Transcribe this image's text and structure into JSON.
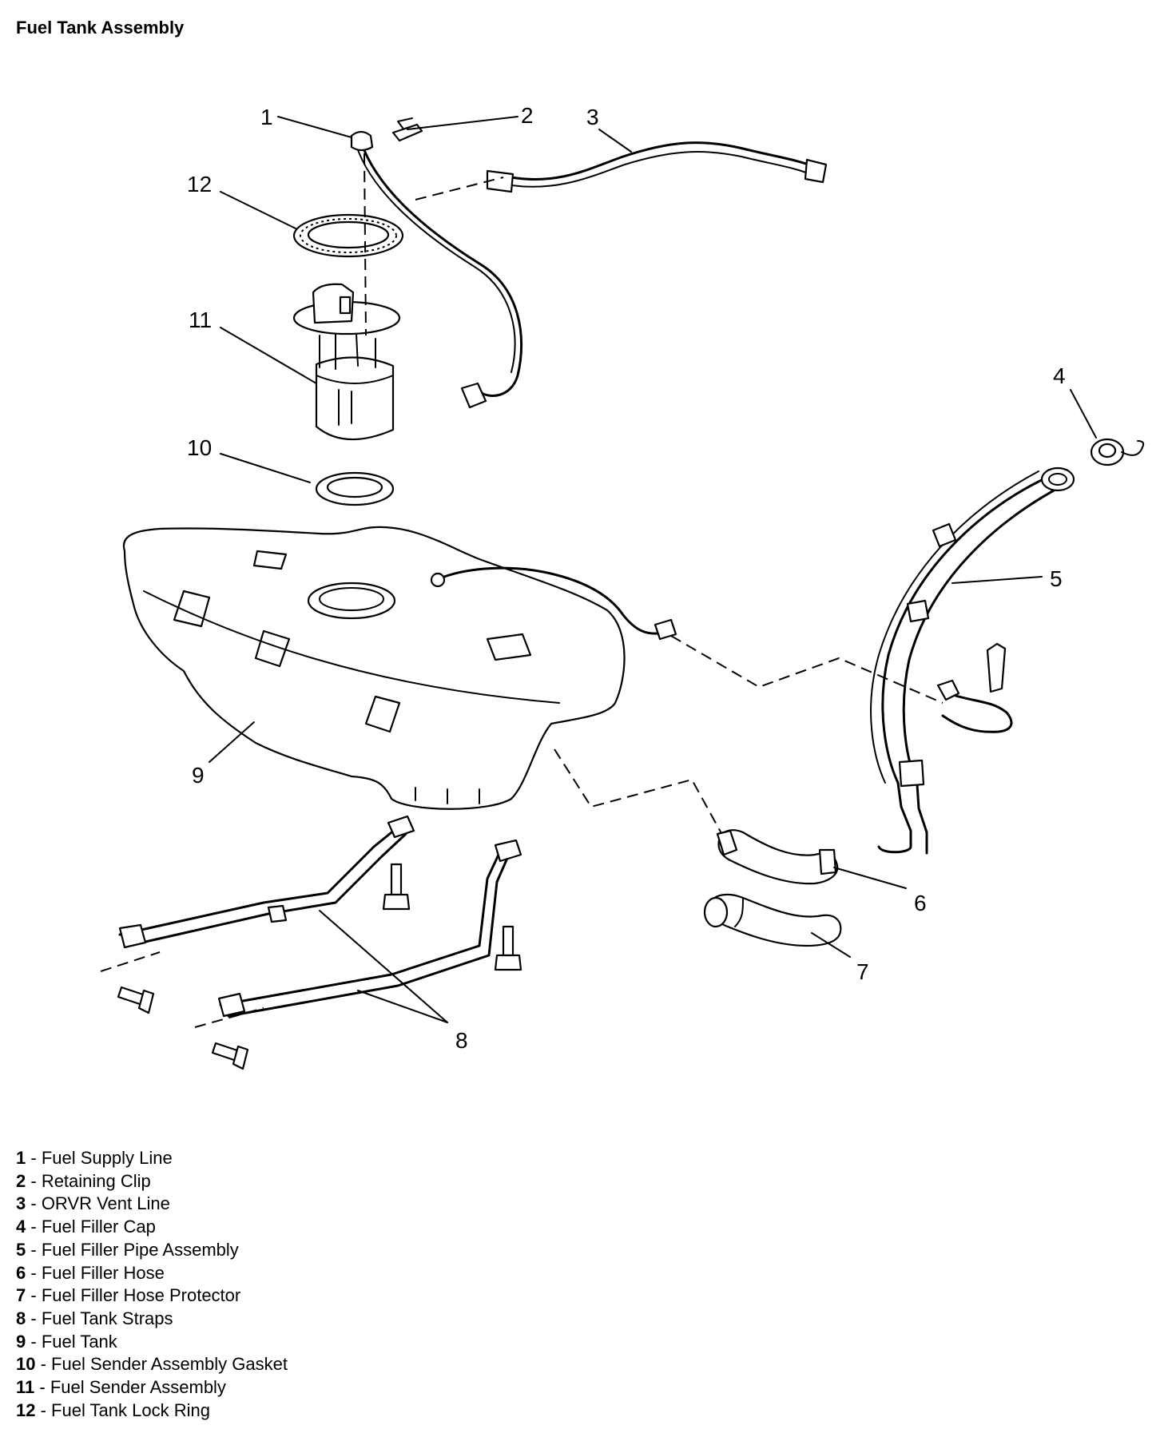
{
  "title": "Fuel Tank Assembly",
  "callouts": [
    "1",
    "2",
    "3",
    "4",
    "5",
    "6",
    "7",
    "8",
    "9",
    "10",
    "11",
    "12"
  ],
  "legend": [
    {
      "num": "1",
      "label": "Fuel Supply Line"
    },
    {
      "num": "2",
      "label": "Retaining Clip"
    },
    {
      "num": "3",
      "label": "ORVR Vent Line"
    },
    {
      "num": "4",
      "label": "Fuel Filler Cap"
    },
    {
      "num": "5",
      "label": "Fuel Filler Pipe Assembly"
    },
    {
      "num": "6",
      "label": "Fuel Filler Hose"
    },
    {
      "num": "7",
      "label": "Fuel Filler Hose Protector"
    },
    {
      "num": "8",
      "label": "Fuel Tank Straps"
    },
    {
      "num": "9",
      "label": "Fuel Tank"
    },
    {
      "num": "10",
      "label": "Fuel Sender Assembly Gasket"
    },
    {
      "num": "11",
      "label": "Fuel Sender Assembly"
    },
    {
      "num": "12",
      "label": "Fuel Tank Lock Ring"
    }
  ]
}
